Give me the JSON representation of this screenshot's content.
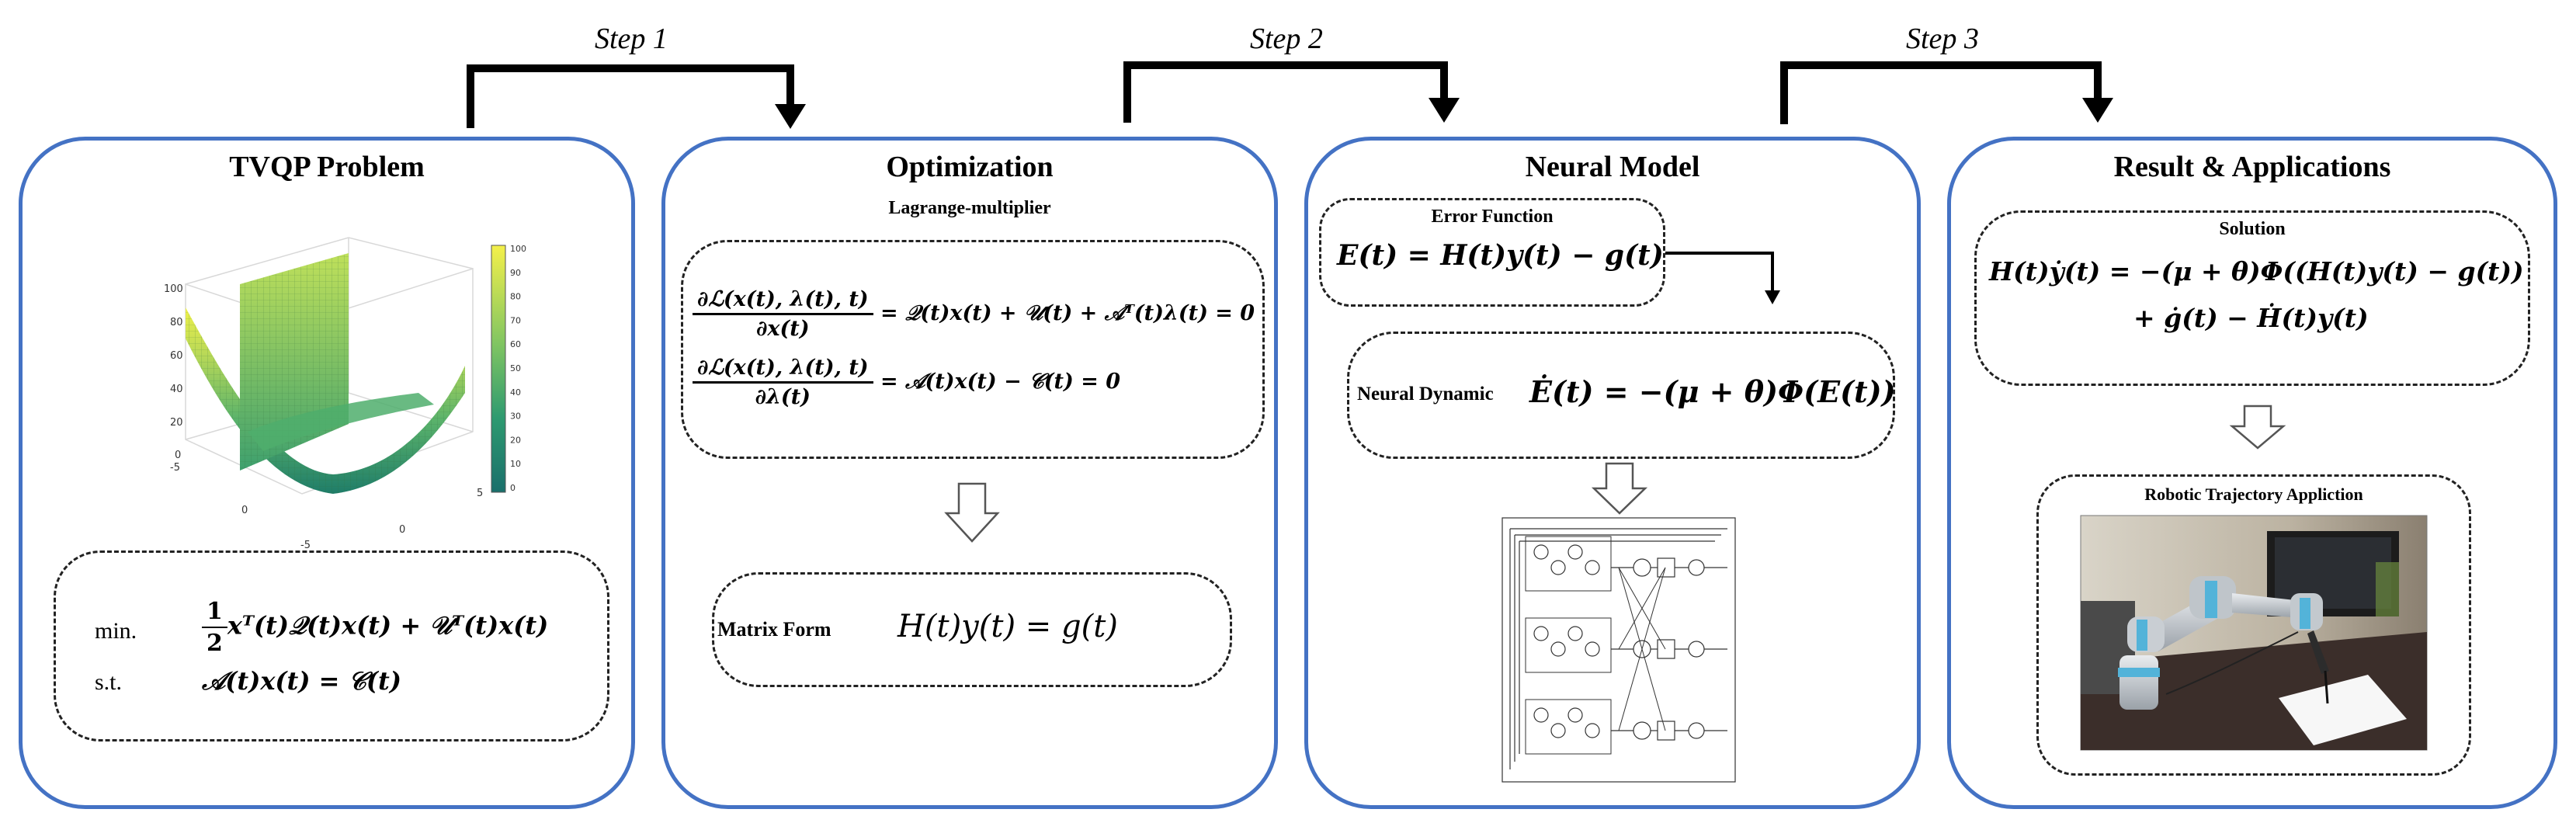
{
  "steps": [
    "Step 1",
    "Step 2",
    "Step 3"
  ],
  "panel1": {
    "title": "TVQP Problem",
    "surface_plot": {
      "z_ticks": [
        "100",
        "80",
        "60",
        "40",
        "20",
        "0",
        "-5"
      ],
      "x_ticks": [
        "0",
        "-5"
      ],
      "y_ticks": [
        "0",
        "5",
        "-5"
      ],
      "colorbar_ticks": [
        "100",
        "90",
        "80",
        "70",
        "60",
        "50",
        "40",
        "30",
        "20",
        "10",
        "0"
      ]
    },
    "formula": {
      "min_label": "min.",
      "min_expr": "½xᵀ(t)𝒬(t)x(t) + 𝒰ᵀ(t)x(t)",
      "st_label": "s.t.",
      "st_expr": "𝒜(t)x(t) = 𝒞(t)"
    }
  },
  "panel2": {
    "title": "Optimization",
    "subtitle": "Lagrange-multiplier",
    "eq1_num": "∂ℒ(x(t), λ(t), t)",
    "eq1_den": "∂x(t)",
    "eq1_rhs": "= 𝒬(t)x(t) + 𝒰(t) + 𝒜ᵀ(t)λ(t) = 0",
    "eq2_num": "∂ℒ(x(t), λ(t), t)",
    "eq2_den": "∂λ(t)",
    "eq2_rhs": "= 𝒜(t)x(t) − 𝒞(t) = 0",
    "matrix_label": "Matrix Form",
    "matrix_eq": "H(t)y(t) = g(t)"
  },
  "panel3": {
    "title": "Neural Model",
    "error_label": "Error Function",
    "error_eq": "E(t) = H(t)y(t) − g(t)",
    "dynamic_label": "Neural Dynamic",
    "dynamic_eq": "Ė(t) = −(μ + θ)Φ(E(t))"
  },
  "panel4": {
    "title": "Result & Applications",
    "solution_label": "Solution",
    "solution_line1": "H(t)ẏ(t) = −(μ + θ)Φ((H(t)y(t) − g(t))",
    "solution_line2": "+ ġ(t) − Ḣ(t)y(t)",
    "robot_label": "Robotic Trajectory Appliction"
  },
  "colors": {
    "panel_border": "#4472c4",
    "plot_low": "#2a8a6a",
    "plot_high": "#f2ef4a"
  }
}
